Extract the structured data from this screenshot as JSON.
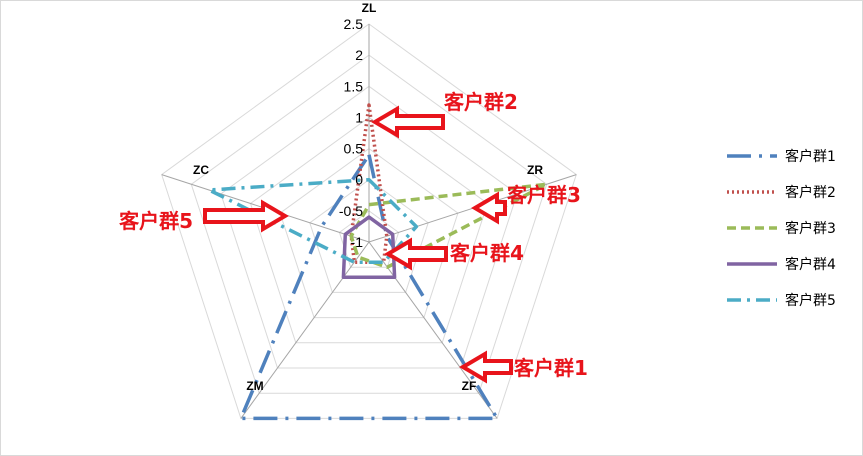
{
  "chart_data": {
    "type": "radar",
    "axes": [
      "ZL",
      "ZR",
      "ZF",
      "ZM",
      "ZC"
    ],
    "ticks": [
      "-1",
      "-0.5",
      "0",
      "0.5",
      "1",
      "1.5",
      "2",
      "2.5"
    ],
    "rlim": [
      -1,
      2.5
    ],
    "grid": true,
    "legend_position": "right",
    "series": [
      {
        "name": "客户群1",
        "values": [
          0.4,
          -0.7,
          2.5,
          2.5,
          -0.2
        ],
        "color": "#4f81bd",
        "dash": "long-dash-dot"
      },
      {
        "name": "客户群2",
        "values": [
          1.2,
          -0.7,
          -0.6,
          -0.6,
          -0.7
        ],
        "color": "#c0504d",
        "dash": "dot"
      },
      {
        "name": "客户群3",
        "values": [
          -0.4,
          2.0,
          -0.5,
          -0.7,
          -0.7
        ],
        "color": "#9bbb59",
        "dash": "dash"
      },
      {
        "name": "客户群4",
        "values": [
          -0.6,
          -0.6,
          -0.3,
          -0.3,
          -0.6
        ],
        "color": "#8064a2",
        "dash": "solid"
      },
      {
        "name": "客户群5",
        "values": [
          0.0,
          -0.2,
          -0.6,
          -0.6,
          1.7
        ],
        "color": "#4bacc6",
        "dash": "dash-dot"
      }
    ],
    "annotations": [
      {
        "text": "客户群2",
        "axis": "ZL"
      },
      {
        "text": "客户群3",
        "axis": "ZR"
      },
      {
        "text": "客户群4",
        "axis": "ZF"
      },
      {
        "text": "客户群1",
        "axis": "ZF"
      },
      {
        "text": "客户群5",
        "axis": "ZC"
      }
    ],
    "annotation_color": "#e8141b"
  }
}
